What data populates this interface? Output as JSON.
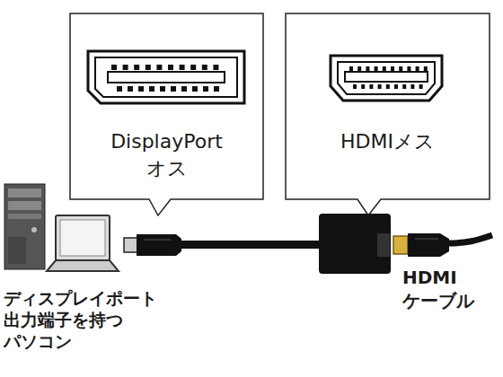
{
  "diagram": {
    "nodes": [
      {
        "text": [
          "DisplayPort オス"
        ]
      },
      {
        "text": [
          "HDMIメス"
        ]
      }
    ],
    "labels": [
      "ディスプレイポート 出力端子を持つ パソコン",
      "HDMI ケーブル"
    ]
  }
}
